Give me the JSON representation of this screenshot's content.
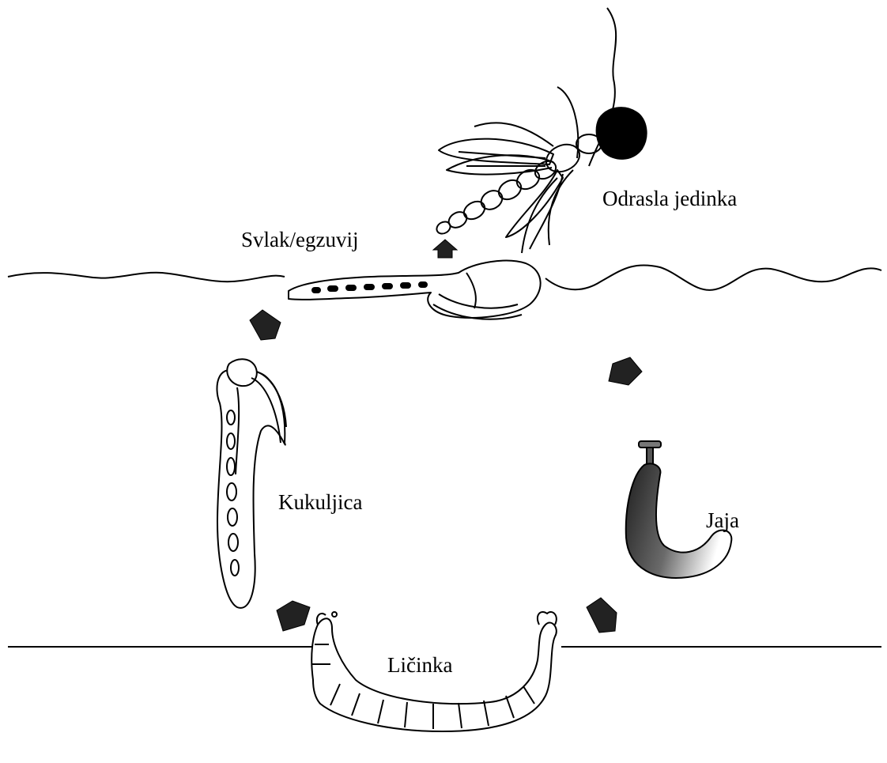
{
  "labels": {
    "adult": "Odrasla jedinka",
    "exuviae": "Svlak/egzuvij",
    "pupa": "Kukuljica",
    "egg": "Jaja",
    "larva": "Ličinka"
  },
  "colors": {
    "ink": "#000000",
    "background": "#ffffff",
    "egg_dark": "#2a2a2a",
    "egg_light": "#ffffff"
  }
}
